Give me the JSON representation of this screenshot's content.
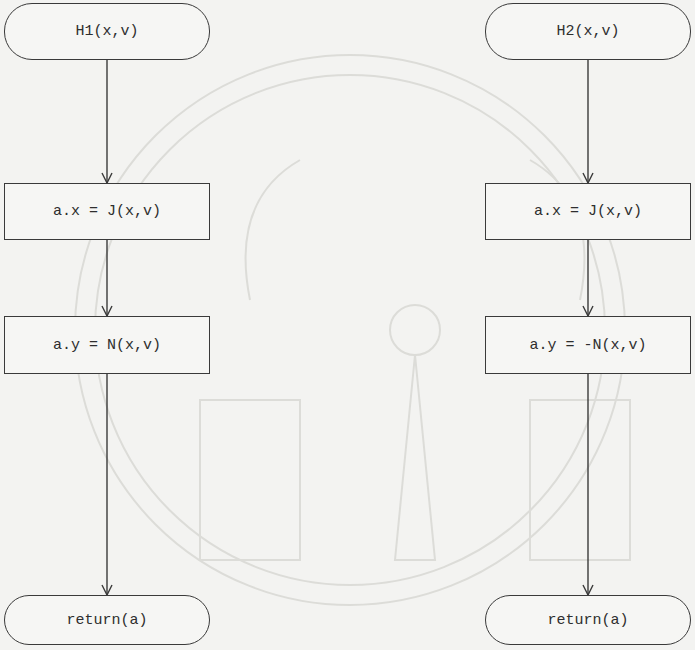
{
  "diagram": {
    "nodes": [
      {
        "text": [
          "H1(x,v)"
        ]
      },
      {
        "text": [
          "a.x = J(x,v)"
        ]
      },
      {
        "text": [
          "a.y = N(x,v)"
        ]
      },
      {
        "text": [
          "return(a)"
        ]
      },
      {
        "text": [
          "H2(x,v)"
        ]
      },
      {
        "text": [
          "a.x = J(x,v)"
        ]
      },
      {
        "text": [
          "a.y = -N(x,v)"
        ]
      },
      {
        "text": [
          "return(a)"
        ]
      }
    ],
    "edges": [
      {
        "from": 0,
        "to": 1,
        "arrow": "to"
      },
      {
        "from": 1,
        "to": 2,
        "arrow": "to"
      },
      {
        "from": 2,
        "to": 3,
        "arrow": "to"
      },
      {
        "from": 4,
        "to": 5,
        "arrow": "to"
      },
      {
        "from": 5,
        "to": 6,
        "arrow": "to"
      },
      {
        "from": 6,
        "to": 7,
        "arrow": "to"
      }
    ]
  }
}
